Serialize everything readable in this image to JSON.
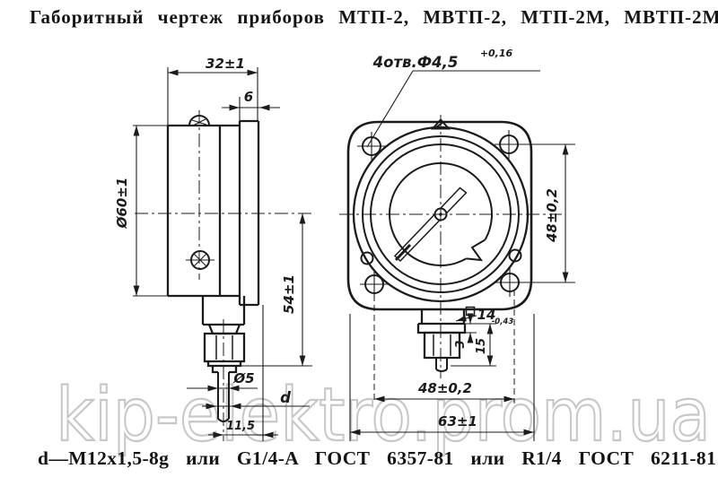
{
  "page": {
    "title": "Габоритный чертеж приборов МТП-2, МВТП-2, МТП-2М, МВТП-2М",
    "caption": "d—M12x1,5-8g или G1/4-A ГОСТ 6357-81 или R1/4 ГОСТ 6211-81"
  },
  "watermark": {
    "text": "kip-elektro.prom.ua"
  },
  "colors": {
    "line": "#1b1b1b",
    "watermark": "#c7c7c7",
    "background": "#ffffff"
  },
  "side_view": {
    "dims": {
      "depth": "32±1",
      "flange_thickness": "6",
      "case_diameter": "Ø60±1",
      "axis_to_tip": "54±1",
      "bulb_diameter": "Ø5",
      "thread": "d",
      "axis_to_flange": "11,5"
    }
  },
  "front_view": {
    "holes_callout": {
      "text": "4отв.Ф4,5",
      "tolerance": "+0,16"
    },
    "dims": {
      "hole_spacing_vertical": "48±0,2",
      "square_flats": "14",
      "square_flats_tolerance": "-0,43",
      "flats_height": "3",
      "fitting_length": "15",
      "hole_spacing_horizontal": "48±0,2",
      "flange_width": "63±1"
    }
  }
}
